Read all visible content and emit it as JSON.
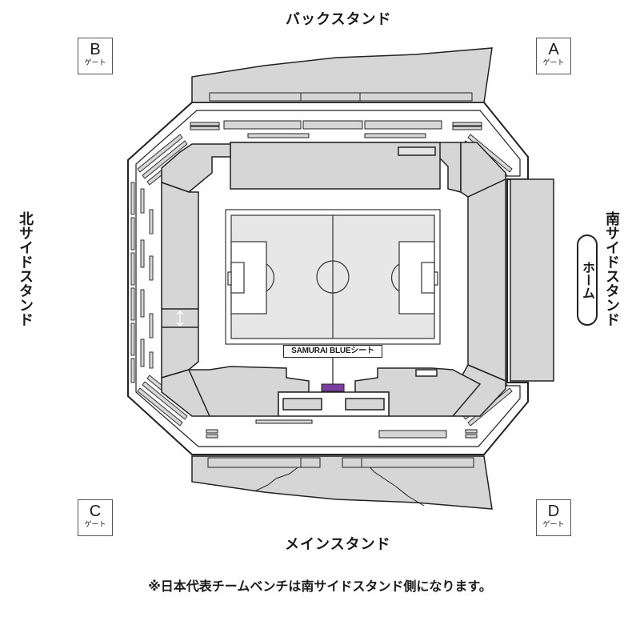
{
  "stands": {
    "back": "バックスタンド",
    "main": "メインスタンド",
    "north": "北サイドスタンド",
    "south": "南サイドスタンド"
  },
  "home_label": "ホーム",
  "gates": [
    {
      "id": "A",
      "letter": "A",
      "word": "ゲート"
    },
    {
      "id": "B",
      "letter": "B",
      "word": "ゲート"
    },
    {
      "id": "C",
      "letter": "C",
      "word": "ゲート"
    },
    {
      "id": "D",
      "letter": "D",
      "word": "ゲート"
    }
  ],
  "samurai_seat_label": "SAMURAI BLUEシート",
  "footnote": "※日本代表チームベンチは南サイドスタンド側になります。",
  "colors": {
    "seat_gray": "#d6d6d6",
    "outline": "#222222",
    "pitch_line": "#333333",
    "samurai_purple": "#7b3fa0"
  },
  "icons": {
    "direction_marker": "up-down-arrow-icon"
  }
}
